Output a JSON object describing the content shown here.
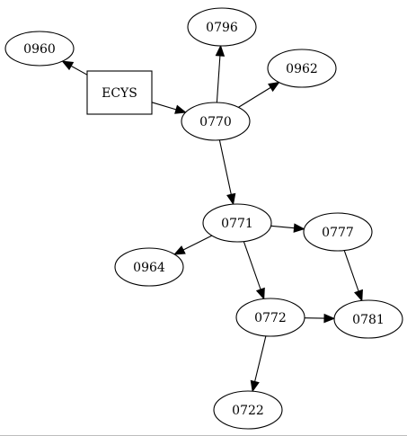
{
  "graph": {
    "nodes": [
      {
        "id": "ecys",
        "label": "ECYS",
        "shape": "box"
      },
      {
        "id": "n0960",
        "label": "0960",
        "shape": "ellipse"
      },
      {
        "id": "n0770",
        "label": "0770",
        "shape": "ellipse"
      },
      {
        "id": "n0796",
        "label": "0796",
        "shape": "ellipse"
      },
      {
        "id": "n0962",
        "label": "0962",
        "shape": "ellipse"
      },
      {
        "id": "n0771",
        "label": "0771",
        "shape": "ellipse"
      },
      {
        "id": "n0964",
        "label": "0964",
        "shape": "ellipse"
      },
      {
        "id": "n0777",
        "label": "0777",
        "shape": "ellipse"
      },
      {
        "id": "n0772",
        "label": "0772",
        "shape": "ellipse"
      },
      {
        "id": "n0781",
        "label": "0781",
        "shape": "ellipse"
      },
      {
        "id": "n0722",
        "label": "0722",
        "shape": "ellipse"
      }
    ],
    "edges": [
      {
        "from": "ecys",
        "to": "n0960"
      },
      {
        "from": "ecys",
        "to": "n0770"
      },
      {
        "from": "n0770",
        "to": "n0796"
      },
      {
        "from": "n0770",
        "to": "n0962"
      },
      {
        "from": "n0770",
        "to": "n0771"
      },
      {
        "from": "n0771",
        "to": "n0964"
      },
      {
        "from": "n0771",
        "to": "n0777"
      },
      {
        "from": "n0771",
        "to": "n0772"
      },
      {
        "from": "n0777",
        "to": "n0781"
      },
      {
        "from": "n0772",
        "to": "n0781"
      },
      {
        "from": "n0772",
        "to": "n0722"
      }
    ]
  }
}
